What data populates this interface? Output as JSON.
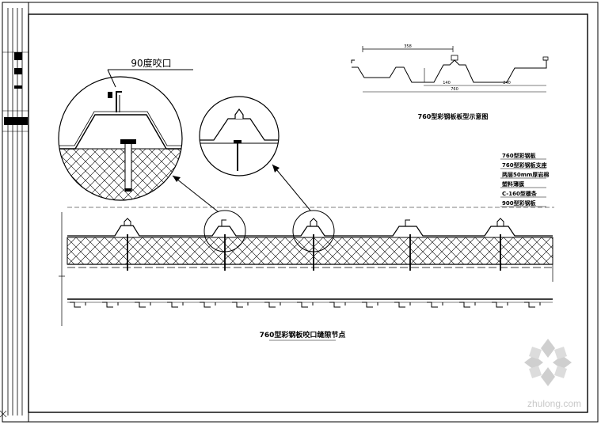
{
  "detail_callout": {
    "label": "90度咬口"
  },
  "profile_diagram": {
    "title": "760型彩钢板板型示意图",
    "dim_top": "358",
    "dim_mid_left": "140",
    "dim_mid_right": "240",
    "dim_bottom": "760"
  },
  "legend": {
    "items": [
      "760型彩钢板",
      "760型彩钢板支座",
      "两层50mm厚岩棉",
      "塑料薄膜",
      "C-160型檩条",
      "900型彩钢板"
    ]
  },
  "section": {
    "title": "760型彩钢板咬口缝隙节点"
  },
  "watermark": {
    "text": "zhulong.com"
  },
  "colors": {
    "line": "#000000",
    "paper": "#ffffff",
    "watermark": "#c8c8c8"
  }
}
